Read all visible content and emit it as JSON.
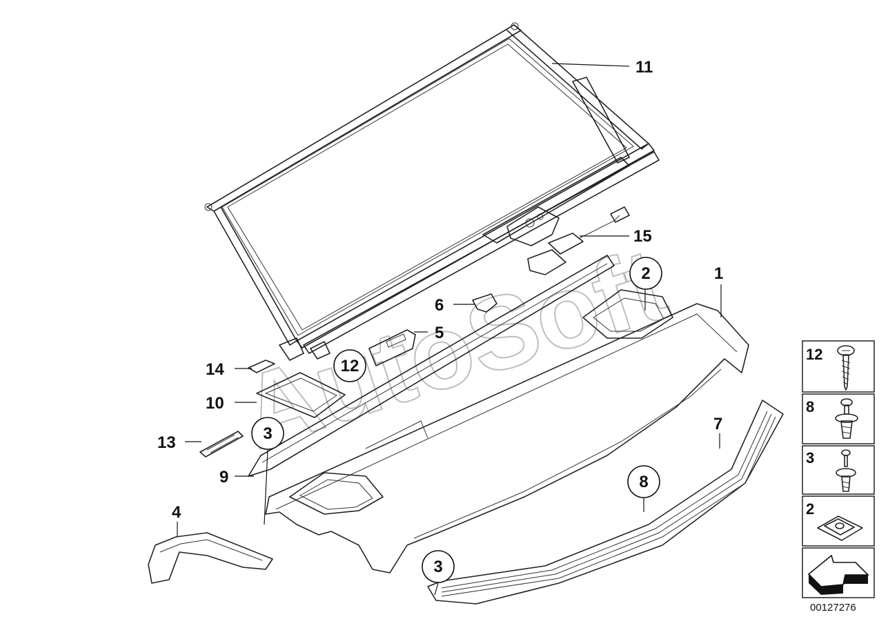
{
  "diagram": {
    "watermark": "AutoSoft",
    "document_id": "00127276",
    "callouts": [
      {
        "id": "c11",
        "label": "11"
      },
      {
        "id": "c15",
        "label": "15"
      },
      {
        "id": "c1",
        "label": "1"
      },
      {
        "id": "c6",
        "label": "6"
      },
      {
        "id": "c5",
        "label": "5"
      },
      {
        "id": "c14",
        "label": "14"
      },
      {
        "id": "c10",
        "label": "10"
      },
      {
        "id": "c13",
        "label": "13"
      },
      {
        "id": "c9",
        "label": "9"
      },
      {
        "id": "c4",
        "label": "4"
      },
      {
        "id": "c7",
        "label": "7"
      }
    ],
    "circled_callouts": [
      {
        "id": "cc2",
        "label": "2"
      },
      {
        "id": "cc12",
        "label": "12"
      },
      {
        "id": "cc3a",
        "label": "3"
      },
      {
        "id": "cc8",
        "label": "8"
      },
      {
        "id": "cc3b",
        "label": "3"
      }
    ],
    "fastener_legend": [
      {
        "label": "12",
        "icon": "screw-icon"
      },
      {
        "label": "8",
        "icon": "expanding-rivet-icon"
      },
      {
        "label": "3",
        "icon": "push-rivet-icon"
      },
      {
        "label": "2",
        "icon": "clip-nut-icon"
      }
    ],
    "direction_icon": "front-arrow-icon"
  }
}
